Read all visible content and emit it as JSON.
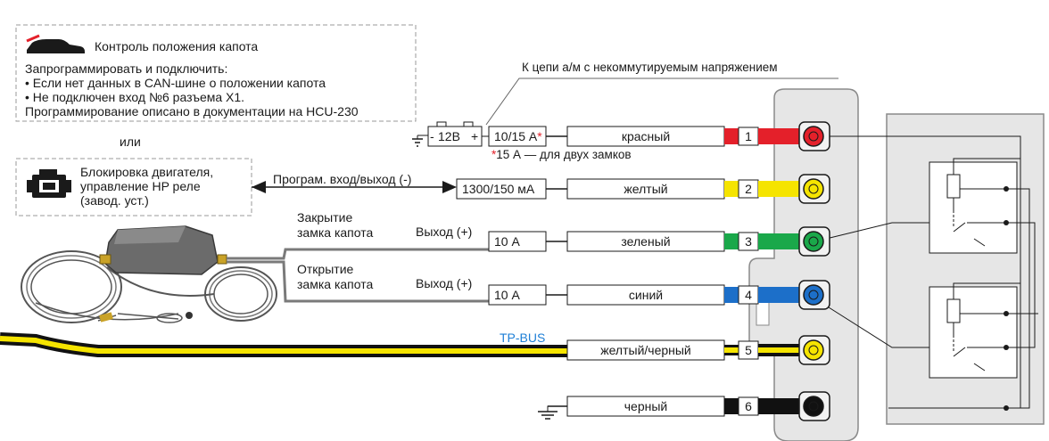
{
  "hood_box": {
    "title": "Контроль положения капота",
    "line1": "Запрограммировать и подключить:",
    "line2": "• Если нет данных в CAN-шине о положении капота",
    "line3": "• Не подключен вход №6 разъема X1.",
    "line4": "Программирование описано в документации на HCU-230"
  },
  "or_label": "или",
  "engine_box": {
    "line1": "Блокировка двигателя,",
    "line2": "управление HP реле",
    "line3": "(завод. уст.)"
  },
  "circuit_note": "К цепи а/м с некоммутируемым напряжением",
  "battery_label": "12В",
  "plus_sign": "+",
  "minus_sign": "-",
  "fuse_note_star": "*",
  "fuse_note_text": "15 А — для двух замков",
  "prog_label": "Програм. вход/выход (-)",
  "hood_close": {
    "line1": "Закрытие",
    "line2": "замка капота"
  },
  "hood_open": {
    "line1": "Открытие",
    "line2": "замка капота"
  },
  "output_label_1": "Выход (+)",
  "output_label_2": "Выход (+)",
  "bus_label": "TP-BUS",
  "wires": [
    {
      "pin": "1",
      "color_name": "красный",
      "fuse": "10/15 А",
      "fuse_star": "*",
      "color": "#e4202a"
    },
    {
      "pin": "2",
      "color_name": "желтый",
      "fuse": "1300/150 мА",
      "fuse_star": "",
      "color": "#f5e400"
    },
    {
      "pin": "3",
      "color_name": "зеленый",
      "fuse": "10 А",
      "fuse_star": "",
      "color": "#1aa84a"
    },
    {
      "pin": "4",
      "color_name": "синий",
      "fuse": "10 А",
      "fuse_star": "",
      "color": "#1c6fc9"
    },
    {
      "pin": "5",
      "color_name": "желтый/черный",
      "fuse": "",
      "fuse_star": "",
      "color": "#f5e400"
    },
    {
      "pin": "6",
      "color_name": "черный",
      "fuse": "",
      "fuse_star": "",
      "color": "#111111"
    }
  ],
  "colors": {
    "accent_red": "#e4202a",
    "accent_blue": "#1e7fd6",
    "connector_gray": "#e6e6e6"
  }
}
